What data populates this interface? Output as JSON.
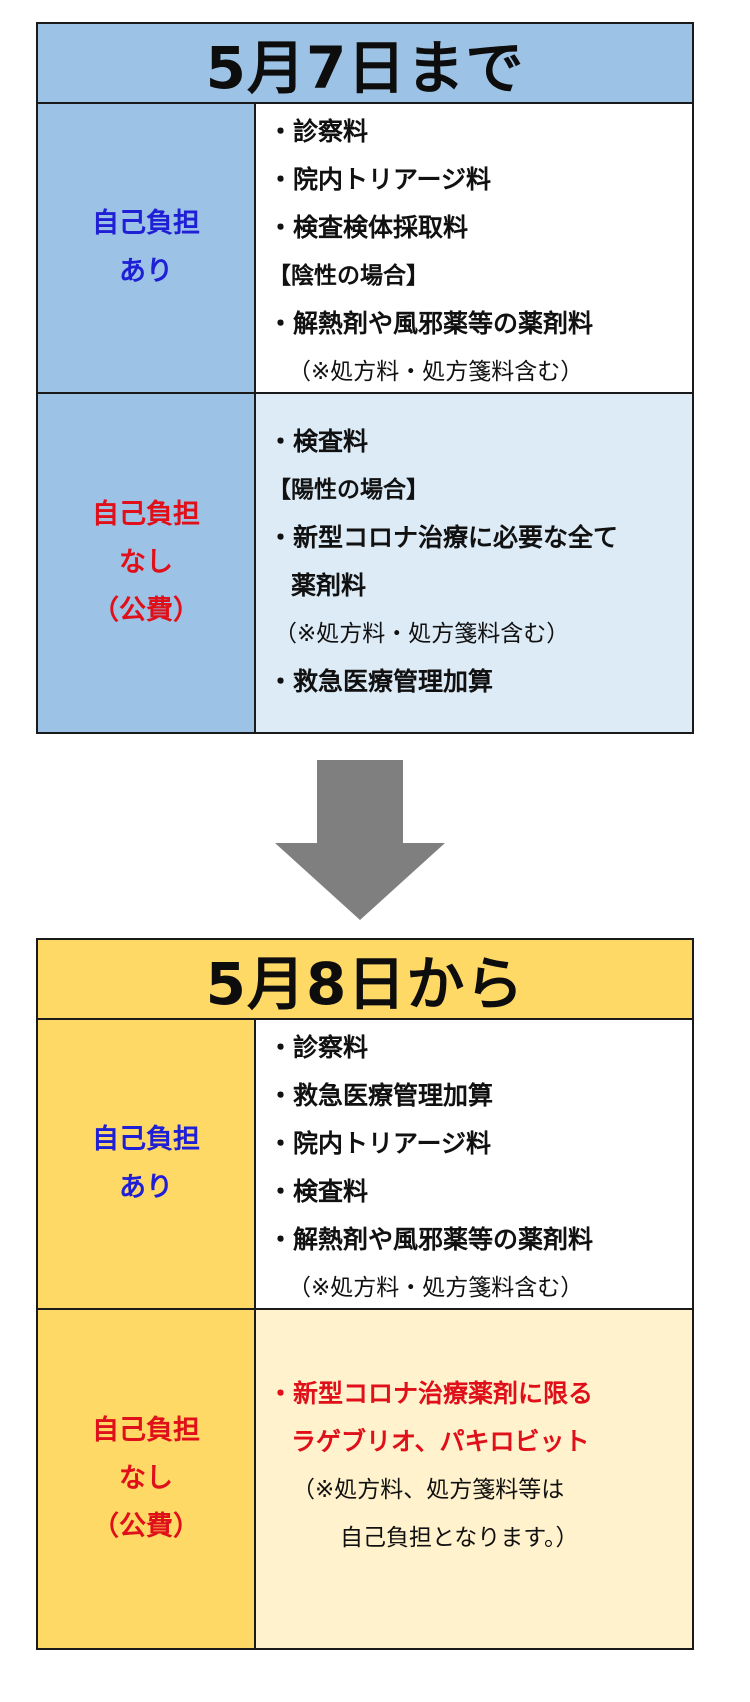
{
  "before": {
    "title": "5月7日まで",
    "with_burden": {
      "label_line1": "自己負担",
      "label_line2": "あり",
      "items": [
        "・診察料",
        "・院内トリアージ料",
        "・検査検体採取料"
      ],
      "subheading": "【陰性の場合】",
      "item_after": "・解熱剤や風邪薬等の薬剤料",
      "note": "（※処方料・処方箋料含む）"
    },
    "without_burden": {
      "label_line1": "自己負担",
      "label_line2": "なし",
      "label_line3": "（公費）",
      "item1": "・検査料",
      "subheading": "【陽性の場合】",
      "item2_line1": "・新型コロナ治療に必要な全て",
      "item2_line2": "薬剤料",
      "note": "（※処方料・処方箋料含む）",
      "item3": "・救急医療管理加算"
    }
  },
  "after": {
    "title": "5月8日から",
    "with_burden": {
      "label_line1": "自己負担",
      "label_line2": "あり",
      "items": [
        "・診察料",
        "・救急医療管理加算",
        "・院内トリアージ料",
        "・検査料",
        "・解熱剤や風邪薬等の薬剤料"
      ],
      "note": "（※処方料・処方箋料含む）"
    },
    "without_burden": {
      "label_line1": "自己負担",
      "label_line2": "なし",
      "label_line3": "（公費）",
      "item_line1": "・新型コロナ治療薬剤に限る",
      "item_line2": "ラゲブリオ、パキロビット",
      "note_line1": "（※処方料、処方箋料等は",
      "note_line2": "自己負担となります。）"
    }
  },
  "colors": {
    "before_header": "#9cc3e6",
    "before_row2": "#ddebf7",
    "after_header": "#ffd966",
    "after_row2": "#fff2cc",
    "blue_label": "#1f1fd6",
    "red_label": "#e0101a",
    "arrow": "#7f7f7f"
  },
  "icons": {
    "transition": "down-arrow-icon"
  }
}
